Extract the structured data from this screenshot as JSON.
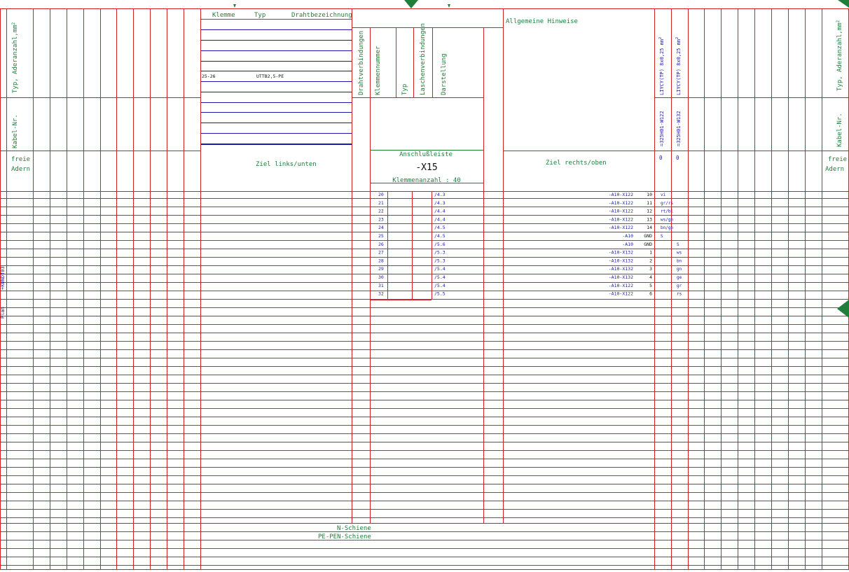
{
  "strip": {
    "klemme_label": "Klemme",
    "typ_label": "Typ",
    "draht_label": "Drahtbezeichnung",
    "entry_terminals": "25-26",
    "entry_type": "UTTB2,5-PE"
  },
  "left_labels": {
    "typ": "Typ, Aderanzahl,mm",
    "kabel": "Kabel-Nr.",
    "freie": "freie",
    "adern": "Adern"
  },
  "right_labels": {
    "typ": "Typ, Aderanzahl,mm",
    "kabel": "Kabel-Nr.",
    "freie": "freie",
    "adern": "Adern"
  },
  "headers": {
    "drahtverbindungen": "Drahtverbindungen",
    "klemmennummer": "Klemmennummer",
    "typ": "Typ",
    "laschenverbindungen": "Laschenverbindungen",
    "darstellung": "Darstellung",
    "allgemeine_hinweise": "Allgemeine Hinweise",
    "ziel_links": "Ziel links/unten",
    "ziel_rechts": "Ziel rechts/oben",
    "anschluss": "Anschlußleiste",
    "strip_name": "-X15",
    "klemmenanzahl": "Klemmenanzahl : 40",
    "n_schiene": "N-Schiene",
    "pe_schiene": "PE-PEN-Schiene"
  },
  "cables": [
    {
      "type": "LIYCY(TP) 8x0,25 mm",
      "number": "=325H01-W122",
      "free": "0"
    },
    {
      "type": "LIYCY(TP) 8x0,25 mm",
      "number": "=325H01-W132",
      "free": "0"
    }
  ],
  "side": {
    "plan": "Plan",
    "code": "+KUNDT03"
  },
  "terminals": [
    {
      "num": "20",
      "ref": "/4.3",
      "target": "-A10-X122",
      "pin": "10",
      "color": "vi",
      "col": 0
    },
    {
      "num": "21",
      "ref": "/4.3",
      "target": "-A10-X122",
      "pin": "11",
      "color": "gr/rs",
      "col": 0
    },
    {
      "num": "22",
      "ref": "/4.4",
      "target": "-A10-X122",
      "pin": "12",
      "color": "rt/bl",
      "col": 0
    },
    {
      "num": "23",
      "ref": "/4.4",
      "target": "-A10-X122",
      "pin": "13",
      "color": "ws/gn",
      "col": 0
    },
    {
      "num": "24",
      "ref": "/4.5",
      "target": "-A10-X122",
      "pin": "14",
      "color": "bn/gn",
      "col": 0
    },
    {
      "num": "25",
      "ref": "/4.5",
      "target": "-A10",
      "pin": "GND",
      "color": "S",
      "col": 0
    },
    {
      "num": "26",
      "ref": "/5.6",
      "target": "-A10",
      "pin": "GND",
      "color": "S",
      "col": 1
    },
    {
      "num": "27",
      "ref": "/5.3",
      "target": "-A10-X132",
      "pin": "1",
      "color": "ws",
      "col": 1
    },
    {
      "num": "28",
      "ref": "/5.3",
      "target": "-A10-X132",
      "pin": "2",
      "color": "bn",
      "col": 1
    },
    {
      "num": "29",
      "ref": "/5.4",
      "target": "-A10-X132",
      "pin": "3",
      "color": "gn",
      "col": 1
    },
    {
      "num": "30",
      "ref": "/5.4",
      "target": "-A10-X132",
      "pin": "4",
      "color": "ge",
      "col": 1
    },
    {
      "num": "31",
      "ref": "/5.4",
      "target": "-A10-X122",
      "pin": "5",
      "color": "gr",
      "col": 1
    },
    {
      "num": "32",
      "ref": "/5.5",
      "target": "-A10-X122",
      "pin": "6",
      "color": "rs",
      "col": 1
    }
  ],
  "colors": {
    "red": "#d42020",
    "green": "#1f7f3a",
    "blue": "#1a1aa8",
    "black": "#111111"
  }
}
